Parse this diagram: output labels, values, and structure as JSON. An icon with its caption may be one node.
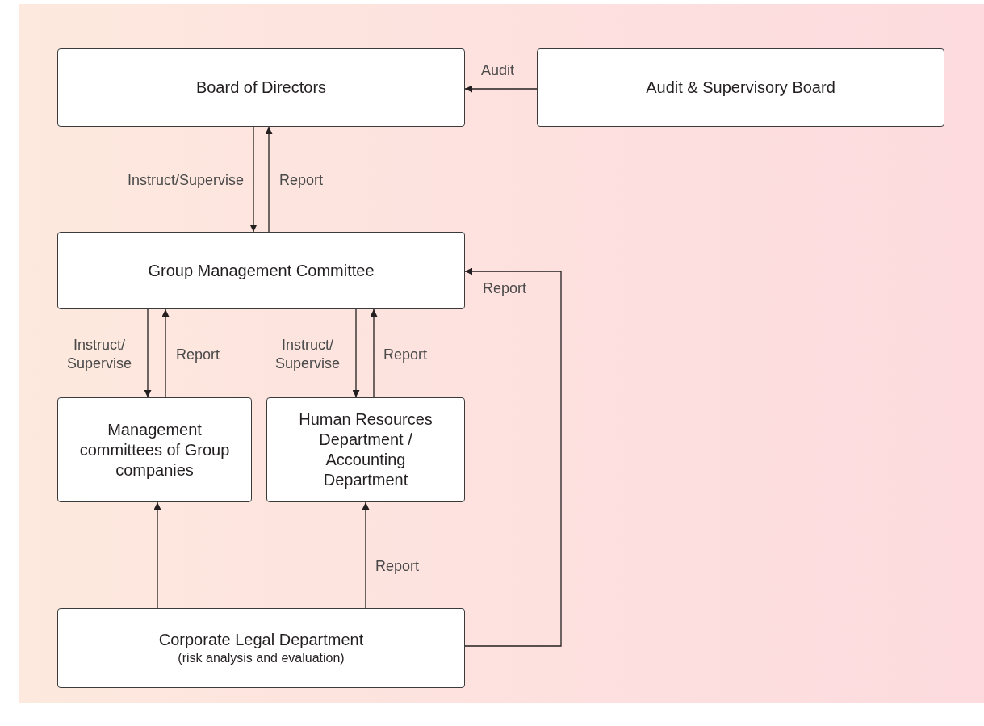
{
  "diagram": {
    "nodes": [
      {
        "text": [
          "Board of Directors"
        ]
      },
      {
        "text": [
          "Audit & Supervisory Board"
        ]
      },
      {
        "text": [
          "Group Management Committee"
        ]
      },
      {
        "text": [
          "Management committees of Group companies"
        ]
      },
      {
        "text": [
          "Human Resources Department / Accounting Department"
        ]
      },
      {
        "text": [
          "Corporate Legal Department",
          "(risk analysis and evaluation)"
        ]
      }
    ],
    "edges": [
      {
        "from": 1,
        "to": 0,
        "arrow": "to",
        "label": "Audit"
      },
      {
        "from": 0,
        "to": 2,
        "arrow": "to",
        "label": "Instruct/Supervise"
      },
      {
        "from": 2,
        "to": 0,
        "arrow": "to",
        "label": "Report"
      },
      {
        "from": 2,
        "to": 3,
        "arrow": "to",
        "label": "Instruct/ Supervise"
      },
      {
        "from": 3,
        "to": 2,
        "arrow": "to",
        "label": "Report"
      },
      {
        "from": 2,
        "to": 4,
        "arrow": "to",
        "label": "Instruct/ Supervise"
      },
      {
        "from": 4,
        "to": 2,
        "arrow": "to",
        "label": "Report"
      },
      {
        "from": 5,
        "to": 3,
        "arrow": "to"
      },
      {
        "from": 5,
        "to": 4,
        "arrow": "to",
        "label": "Report"
      },
      {
        "from": 5,
        "to": 2,
        "arrow": "to",
        "label": "Report"
      }
    ]
  }
}
